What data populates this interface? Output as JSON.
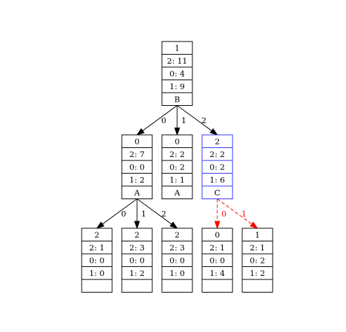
{
  "colors": {
    "default_stroke": "#000000",
    "highlight_node_stroke": "#3030ff",
    "highlight_edge": "#ff0000"
  },
  "nodes": [
    {
      "id": "root",
      "cells": [
        "1",
        "2: 11",
        "0: 4",
        "1: 9",
        "B"
      ],
      "style": "default"
    },
    {
      "id": "l1a",
      "cells": [
        "0",
        "2: 7",
        "0: 0",
        "1: 2",
        "A"
      ],
      "style": "default"
    },
    {
      "id": "l1b",
      "cells": [
        "0",
        "2: 2",
        "0: 2",
        "1: 1",
        "A"
      ],
      "style": "default"
    },
    {
      "id": "l1c",
      "cells": [
        "2",
        "2: 2",
        "0: 2",
        "1: 6",
        "C"
      ],
      "style": "highlight"
    },
    {
      "id": "l2a",
      "cells": [
        "2",
        "2: 1",
        "0: 0",
        "1: 0",
        ""
      ],
      "style": "default"
    },
    {
      "id": "l2b",
      "cells": [
        "2",
        "2: 3",
        "0: 0",
        "1: 2",
        ""
      ],
      "style": "default"
    },
    {
      "id": "l2c",
      "cells": [
        "2",
        "2: 3",
        "0: 0",
        "1: 0",
        ""
      ],
      "style": "default"
    },
    {
      "id": "l2d",
      "cells": [
        "0",
        "2: 1",
        "0: 0",
        "1: 4",
        ""
      ],
      "style": "default"
    },
    {
      "id": "l2e",
      "cells": [
        "1",
        "2: 1",
        "0: 2",
        "1: 2",
        ""
      ],
      "style": "default"
    }
  ],
  "edges": [
    {
      "from": "root",
      "to": "l1a",
      "label": "0",
      "style": "solid"
    },
    {
      "from": "root",
      "to": "l1b",
      "label": "1",
      "style": "solid"
    },
    {
      "from": "root",
      "to": "l1c",
      "label": "2",
      "style": "solid"
    },
    {
      "from": "l1a",
      "to": "l2a",
      "label": "0",
      "style": "solid"
    },
    {
      "from": "l1a",
      "to": "l2b",
      "label": "1",
      "style": "solid"
    },
    {
      "from": "l1a",
      "to": "l2c",
      "label": "2",
      "style": "solid"
    },
    {
      "from": "l1c",
      "to": "l2d",
      "label": "0",
      "style": "dashed"
    },
    {
      "from": "l1c",
      "to": "l2e",
      "label": "1",
      "style": "dashed"
    }
  ]
}
